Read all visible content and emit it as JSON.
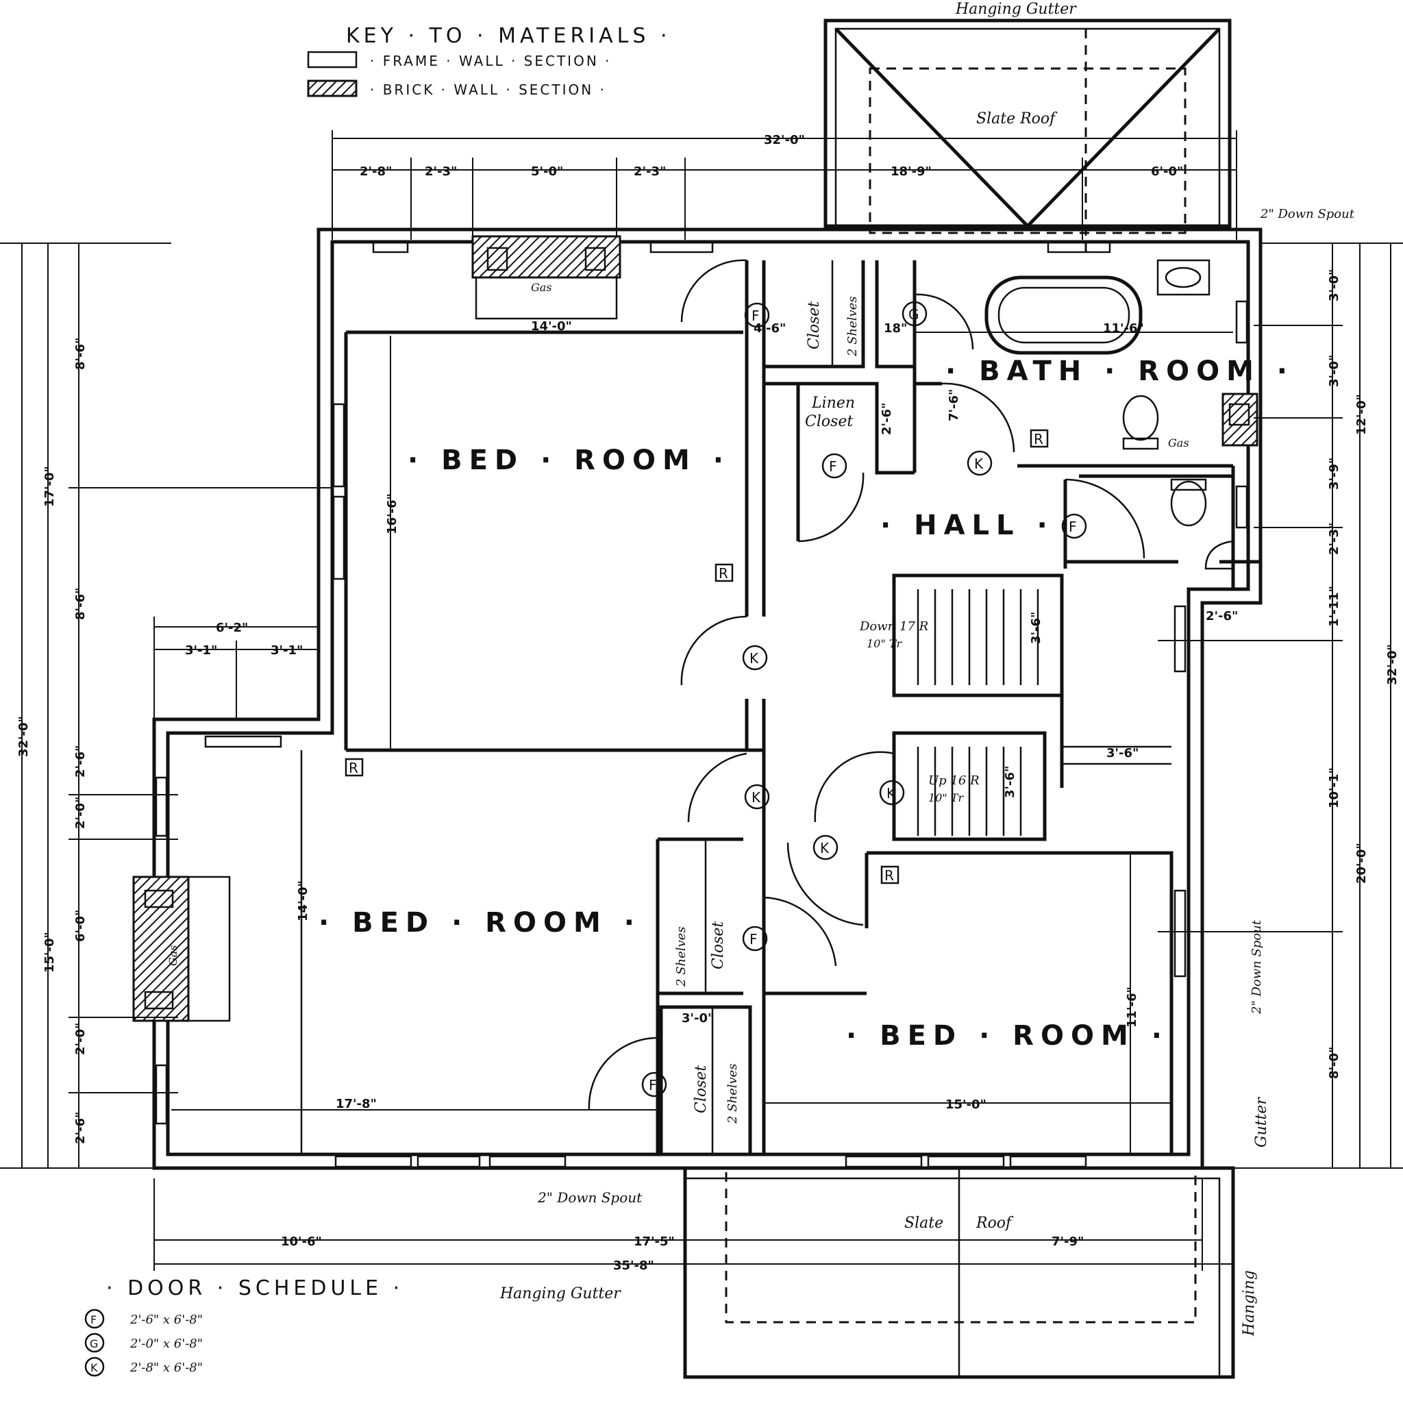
{
  "key": {
    "title": "KEY · TO · MATERIALS ·",
    "frame": "· FRAME · WALL · SECTION ·",
    "brick": "· BRICK · WALL · SECTION ·"
  },
  "rooms": {
    "bed_nw": "· BED · ROOM ·",
    "bed_sw": "· BED · ROOM ·",
    "bed_se": "· BED · ROOM ·",
    "bath": "· BATH · ROOM ·",
    "hall": "· HALL ·"
  },
  "labels": {
    "closet": "Closet",
    "two_shelves": "2 Shelves",
    "linen_closet_1": "Linen",
    "linen_closet_2": "Closet",
    "gas": "Gas",
    "slate_roof_top": "Slate Roof",
    "slate": "Slate",
    "roof": "Roof",
    "hanging_gutter_top": "Hanging Gutter",
    "hanging_gutter_bottom": "Hanging Gutter",
    "hanging_right_1": "Hanging",
    "hanging_right_2": "Gutter",
    "down_spout_top": "2\" Down Spout",
    "down_spout_right": "2\" Down Spout",
    "down_spout_bottom": "2\" Down Spout",
    "stair_down": "Down 17 R",
    "stair_tread": "10\" Tr",
    "stair_up": "Up 16 R",
    "stair_up_tread": "10\" Tr"
  },
  "dimensions": {
    "top_overall": "32'-0\"",
    "top_seg1": "2'-8\"",
    "top_seg2": "2'-3\"",
    "top_seg3": "5'-0\"",
    "top_seg4": "2'-3\"",
    "top_seg5": "18'-9\"",
    "top_seg6": "6'-0\"",
    "left_overall": "32'-0\"",
    "left_upper": "17'-0\"",
    "left_lower": "15'-0\"",
    "left_a": "8'-6\"",
    "left_b": "8'-6\"",
    "left_c": "2'-6\"",
    "left_d": "2'-0\"",
    "left_e": "6'-0\"",
    "left_f": "2'-0\"",
    "left_g": "2'-6\"",
    "bay_width": "6'-2\"",
    "bay_left": "3'-1\"",
    "bay_right": "3'-1\"",
    "right_overall": "32'-0\"",
    "right_upper": "12'-0\"",
    "right_lower": "20'-0\"",
    "right_a": "3'-0\"",
    "right_b": "3'-0\"",
    "right_c": "3'-9\"",
    "right_d": "2'-3\"",
    "right_e": "1'-11\"",
    "right_f": "10'-1\"",
    "right_g": "8'-0\"",
    "bottom_overall": "35'-8\"",
    "bottom_a": "10'-6\"",
    "bottom_b": "17'-5\"",
    "bottom_c": "7'-9\"",
    "bed_nw_w": "14'-0\"",
    "bed_nw_h": "16'-6\"",
    "bed_sw_w": "17'-8\"",
    "bed_sw_h": "14'-0\"",
    "bed_se_w": "15'-0\"",
    "bed_se_h": "11'-6\"",
    "bath_w": "11'-6\"",
    "bath_h": "7'-6\"",
    "closet_nw": "4'-6\"",
    "closet_small": "18\"",
    "linen_d": "2'-6\"",
    "stair_w": "3'-6\"",
    "landing": "3'-6\"",
    "stair_w2": "3'-6\"",
    "closet_se": "3'-0\"",
    "stair_box": "2'-6\""
  },
  "door_schedule": {
    "title": "· DOOR · SCHEDULE ·",
    "rows": [
      {
        "tag": "F",
        "size": "2'-6\" x 6'-8\""
      },
      {
        "tag": "G",
        "size": "2'-0\" x 6'-8\""
      },
      {
        "tag": "K",
        "size": "2'-8\" x 6'-8\""
      }
    ]
  },
  "door_tags": {
    "f": "F",
    "g": "G",
    "k": "K",
    "r": "R"
  }
}
